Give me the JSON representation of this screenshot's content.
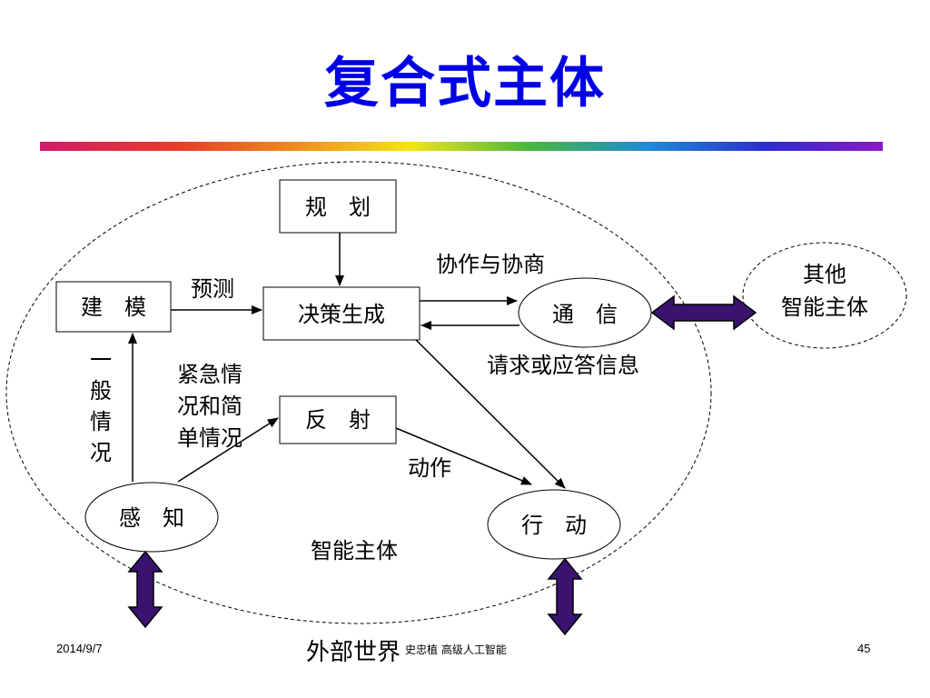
{
  "slide": {
    "title": "复合式主体",
    "footer": {
      "date": "2014/9/7",
      "outer_world": "外部世界",
      "author": "史忠植  高级人工智能",
      "page": "45"
    }
  },
  "diagram": {
    "nodes": {
      "plan": "规　划",
      "model": "建　模",
      "decide": "决策生成",
      "communicate": "通　信",
      "reflex": "反　射",
      "perceive": "感　知",
      "act": "行　动",
      "other_agent": [
        "其他",
        "智能主体"
      ]
    },
    "edge_labels": {
      "predict": "预测",
      "cooperate": "协作与协商",
      "request": "请求或应答信息",
      "emergency": [
        "紧急情",
        "况和简",
        "单情况"
      ],
      "general": [
        "一",
        "般",
        "情",
        "况"
      ],
      "action": "动作"
    },
    "region_label": "智能主体",
    "colors": {
      "title": "#0000e6",
      "double_arrow_fill": "#3a1270"
    }
  }
}
